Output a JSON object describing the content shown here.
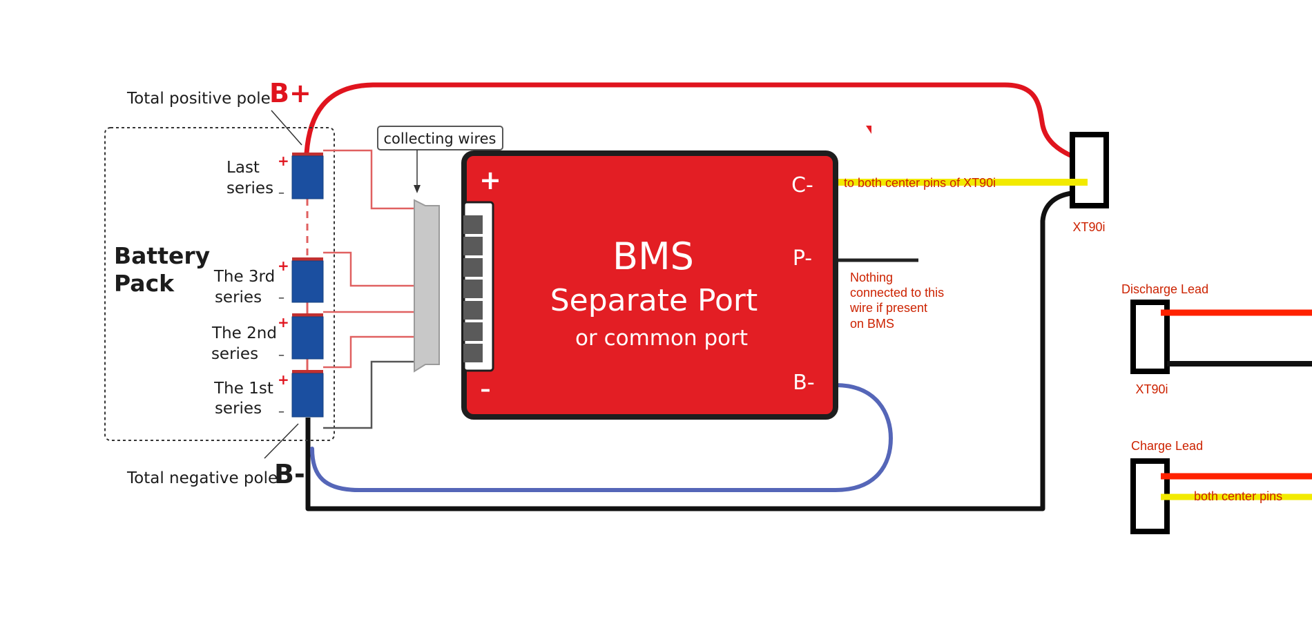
{
  "battery_pack": {
    "title_line1": "Battery",
    "title_line2": "Pack",
    "cells": [
      {
        "line1": "Last",
        "line2": "series"
      },
      {
        "line1": "The 3rd",
        "line2": "series"
      },
      {
        "line1": "The 2nd",
        "line2": "series"
      },
      {
        "line1": "The 1st",
        "line2": "series"
      }
    ],
    "plus_sign": "+",
    "minus_sign": "–"
  },
  "poles": {
    "positive_text": "Total positive pole",
    "positive_symbol": "B+",
    "negative_text": "Total negative pole",
    "negative_symbol": "B-"
  },
  "collecting_wires_label": "collecting wires",
  "bms": {
    "title": "BMS",
    "subtitle": "Separate Port",
    "alt_line": "or common port",
    "plus": "+",
    "minus": "–",
    "port_c": "C-",
    "port_p": "P-",
    "port_b": "B-",
    "color": "#e31e24"
  },
  "annotations": {
    "c_minus_note": "to both center pins of XT90i",
    "p_minus_note": [
      "Nothing",
      "connected to this",
      "wire if present",
      "on BMS"
    ]
  },
  "connectors": {
    "main": "XT90i",
    "discharge_title": "Discharge Lead",
    "discharge_connector": "XT90i",
    "charge_title": "Charge Lead",
    "charge_note": "both center pins"
  },
  "colors": {
    "positive_wire": "#e0141e",
    "negative_wire": "#111111",
    "b_minus_wire": "#5566b8",
    "sense_wire": "#e06060",
    "cell": "#1b4fa0",
    "note_text": "#cc2200",
    "yellow_wire": "#f2ea00"
  }
}
